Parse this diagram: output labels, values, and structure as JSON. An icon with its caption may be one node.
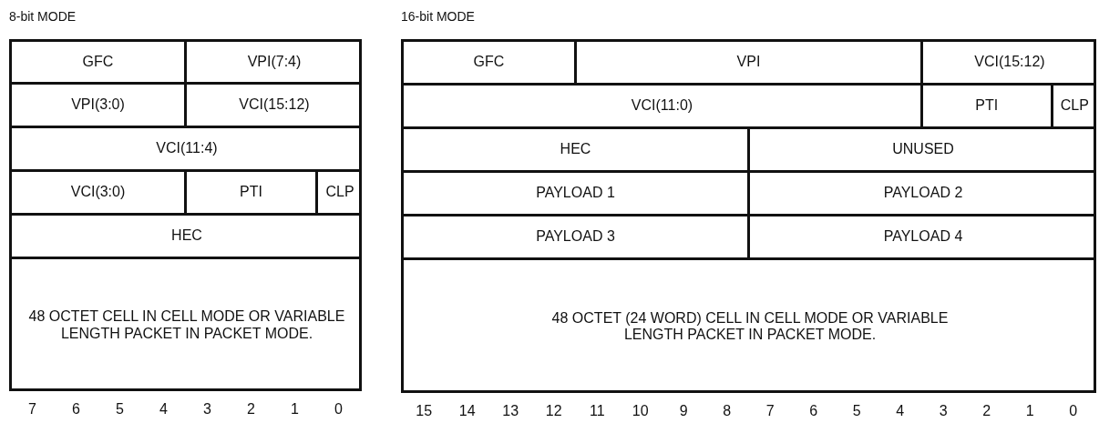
{
  "diagram": {
    "nodes": [
      {
        "text": [
          "8-bit MODE"
        ]
      },
      {
        "text": [
          "GFC"
        ],
        "in": 0
      },
      {
        "text": [
          "VPI(7:4)"
        ],
        "in": 0
      },
      {
        "text": [
          "VPI(3:0)"
        ],
        "in": 0
      },
      {
        "text": [
          "VCI(15:12)"
        ],
        "in": 0
      },
      {
        "text": [
          "VCI(11:4)"
        ],
        "in": 0
      },
      {
        "text": [
          "VCI(3:0)"
        ],
        "in": 0
      },
      {
        "text": [
          "PTI"
        ],
        "in": 0
      },
      {
        "text": [
          "CLP"
        ],
        "in": 0
      },
      {
        "text": [
          "HEC"
        ],
        "in": 0
      },
      {
        "text": [
          "48 OCTET CELL IN CELL MODE OR VARIABLE LENGTH PACKET IN PACKET MODE."
        ],
        "in": 0
      },
      {
        "text": [
          "16-bit MODE"
        ]
      },
      {
        "text": [
          "GFC"
        ],
        "in": 11
      },
      {
        "text": [
          "VPI"
        ],
        "in": 11
      },
      {
        "text": [
          "VCI(15:12)"
        ],
        "in": 11
      },
      {
        "text": [
          "VCI(11:0)"
        ],
        "in": 11
      },
      {
        "text": [
          "PTI"
        ],
        "in": 11
      },
      {
        "text": [
          "CLP"
        ],
        "in": 11
      },
      {
        "text": [
          "HEC"
        ],
        "in": 11
      },
      {
        "text": [
          "UNUSED"
        ],
        "in": 11
      },
      {
        "text": [
          "PAYLOAD 1"
        ],
        "in": 11
      },
      {
        "text": [
          "PAYLOAD 2"
        ],
        "in": 11
      },
      {
        "text": [
          "PAYLOAD 3"
        ],
        "in": 11
      },
      {
        "text": [
          "PAYLOAD 4"
        ],
        "in": 11
      },
      {
        "text": [
          "48 OCTET (24 WORD) CELL IN CELL MODE OR VARIABLE LENGTH PACKET IN PACKET MODE."
        ],
        "in": 11
      }
    ],
    "labels": [
      "7",
      "6",
      "5",
      "4",
      "3",
      "2",
      "1",
      "0",
      "15",
      "14",
      "13",
      "12",
      "11",
      "10",
      "9",
      "8",
      "7",
      "6",
      "5",
      "4",
      "3",
      "2",
      "1",
      "0"
    ]
  }
}
